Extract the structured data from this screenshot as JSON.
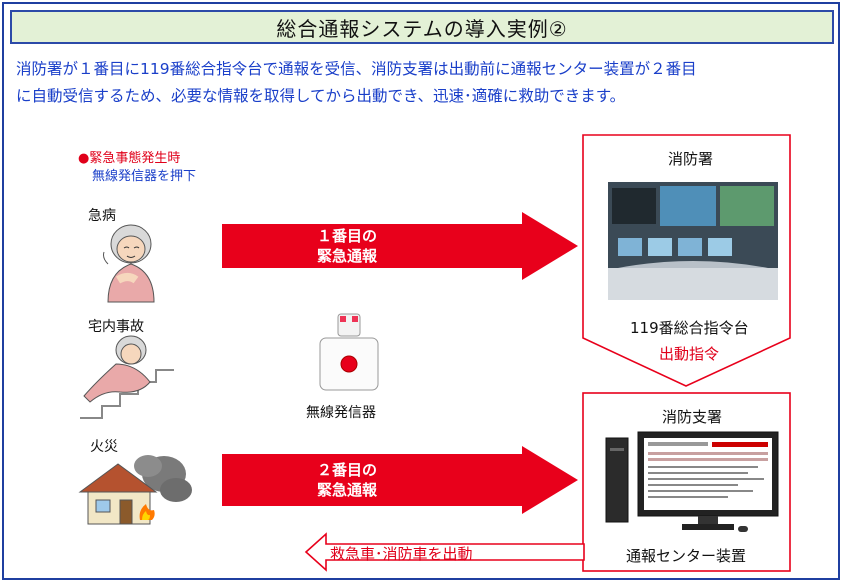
{
  "title": "総合通報システムの導入実例②",
  "intro": {
    "line1": "消防署が１番目に119番総合指令台で通報を受信、消防支署は出動前に通報センター装置が２番目",
    "line2": "に自動受信するため、必要な情報を取得してから出動でき、迅速･適確に救助できます。"
  },
  "emergency": {
    "heading": "●緊急事態発生時",
    "subheading": "無線発信器を押下"
  },
  "cases": {
    "illness": "急病",
    "home_accident": "宅内事故",
    "fire": "火災"
  },
  "device_label": "無線発信器",
  "arrows": {
    "first_line1": "１番目の",
    "first_line2": "緊急通報",
    "second_line1": "２番目の",
    "second_line2": "緊急通報",
    "dispatch_back": "救急車･消防車を出動"
  },
  "fire_station": {
    "name": "消防署",
    "equipment": "119番総合指令台",
    "order": "出動指令"
  },
  "branch": {
    "name": "消防支署",
    "equipment": "通報センター装置"
  },
  "colors": {
    "accent_red": "#e0001a",
    "text_blue": "#1a3fc9",
    "title_bg": "#e3f1d6",
    "border": "#2c4aa8"
  }
}
